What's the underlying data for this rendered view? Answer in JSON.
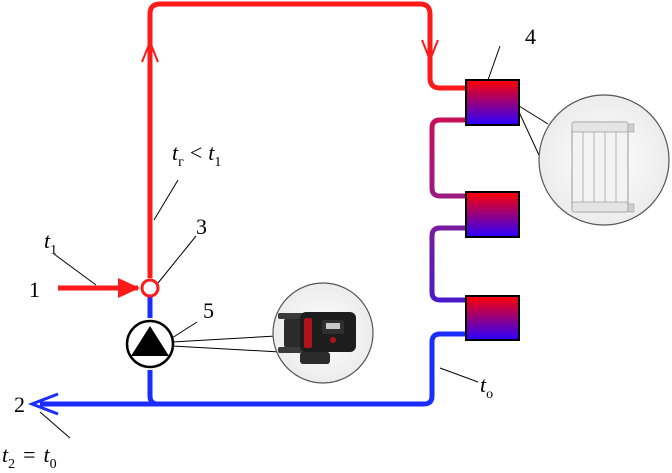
{
  "labels": {
    "supply_inlet": "1",
    "return_outlet": "2",
    "mixing_point": "3",
    "radiator": "4",
    "pump": "5"
  },
  "formulas": {
    "inlet_temp": {
      "symbol": "t",
      "subscript": "1"
    },
    "mixed_supply": {
      "left_symbol": "t",
      "left_subscript": "г",
      "operator": "<",
      "right_symbol": "t",
      "right_subscript": "1"
    },
    "radiator_return": {
      "symbol": "t",
      "subscript": "о"
    },
    "return_outlet_temp": {
      "left_symbol": "t",
      "left_subscript": "2",
      "operator": "=",
      "right_symbol": "t",
      "right_subscript": "0"
    }
  },
  "colors": {
    "hot_pipe": "#ff1a1a",
    "cold_pipe": "#1a2cff",
    "mixed_pipe": "#8a1a8a",
    "radiator_top": "#ff0000",
    "radiator_bottom": "#2a00ff"
  },
  "icons": {
    "pump": "circulation-pump-symbol",
    "pump_photo": "circulation-pump-photo",
    "radiator_photo": "sectional-radiator-photo"
  }
}
